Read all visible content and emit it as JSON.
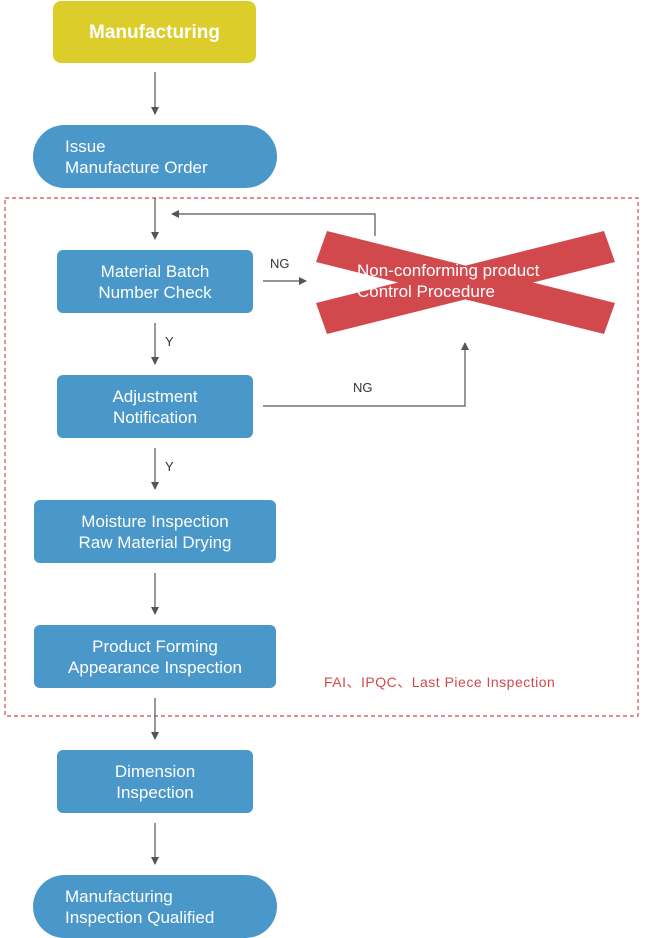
{
  "nodes": {
    "manufacturing": "Manufacturing",
    "issue_order": [
      "Issue",
      "Manufacture Order"
    ],
    "material_check": [
      "Material Batch",
      "Number Check"
    ],
    "adjustment": [
      "Adjustment",
      "Notification"
    ],
    "moisture": [
      "Moisture Inspection",
      "Raw Material Drying"
    ],
    "forming": [
      "Product Forming",
      "Appearance Inspection"
    ],
    "dimension": [
      "Dimension",
      "Inspection"
    ],
    "qualified": [
      "Manufacturing",
      "Inspection Qualified"
    ],
    "nonconforming": [
      "Non-conforming product",
      "Control Procedure"
    ]
  },
  "edge_labels": {
    "ng_top": "NG",
    "ng_bottom": "NG",
    "y_first": "Y",
    "y_second": "Y"
  },
  "note": "FAI、IPQC、Last Piece Inspection",
  "colors": {
    "yellow": "#dccd2a",
    "blue": "#4a97c9",
    "red": "#d2494d",
    "arrow": "#555555"
  }
}
